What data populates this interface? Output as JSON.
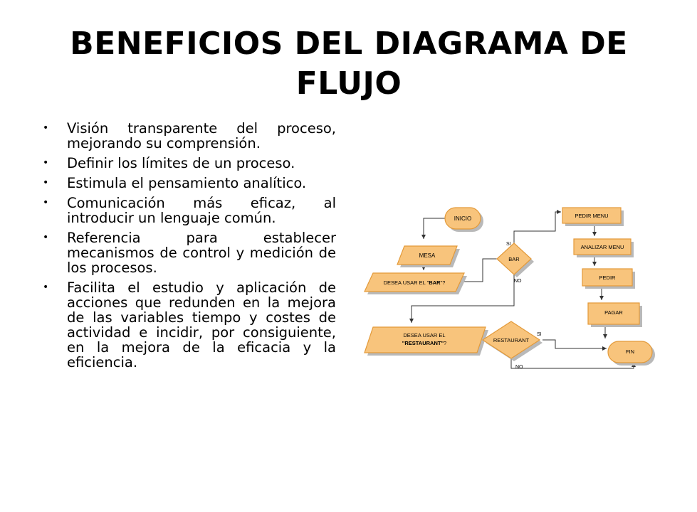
{
  "slide": {
    "title_line1": "BENEFICIOS DEL DIAGRAMA DE",
    "title_line2": "FLUJO"
  },
  "bullets": [
    {
      "icon": "bullet-dot",
      "text": "Visión transparente del proceso, mejorando su comprensión."
    },
    {
      "icon": "bullet-dot",
      "text": "Definir los límites de un proceso."
    },
    {
      "icon": "bullet-dot",
      "text": "Estimula el pensamiento analítico."
    },
    {
      "icon": "bullet-dot",
      "text": "Comunicación más eficaz, al introducir un lenguaje común."
    },
    {
      "icon": "bullet-dot",
      "text": "Referencia para establecer mecanismos de control y medición de los procesos."
    },
    {
      "icon": "bullet-dot",
      "text": "Facilita el estudio y aplicación de acciones que redunden en la mejora de las variables tiempo y costes de actividad e incidir, por consiguiente, en la mejora de la eficacia y la eficiencia."
    }
  ],
  "flowchart": {
    "colors": {
      "fill": "#f8c47c",
      "stroke": "#e39a3a",
      "shadow": "#b9b9b9",
      "line": "#333333"
    },
    "nodes": {
      "inicio": "INICIO",
      "mesa": "MESA",
      "desea_bar_prefix": "DESEA USAR EL \"",
      "desea_bar_bold": "BAR",
      "desea_bar_suffix": "\"?",
      "bar": "BAR",
      "desea_rest_line1": "DESEA USAR EL",
      "desea_rest_bold": "\"RESTAURANT\"",
      "desea_rest_suffix": "?",
      "restaurant": "RESTAURANT",
      "pedir_menu": "PEDIR MENU",
      "analizar_menu": "ANALIZAR MENU",
      "pedir": "PEDIR",
      "pagar": "PAGAR",
      "fin": "FIN"
    },
    "labels": {
      "bar_si": "SI",
      "bar_no": "NO",
      "rest_si": "SI",
      "rest_no": "NO"
    }
  }
}
